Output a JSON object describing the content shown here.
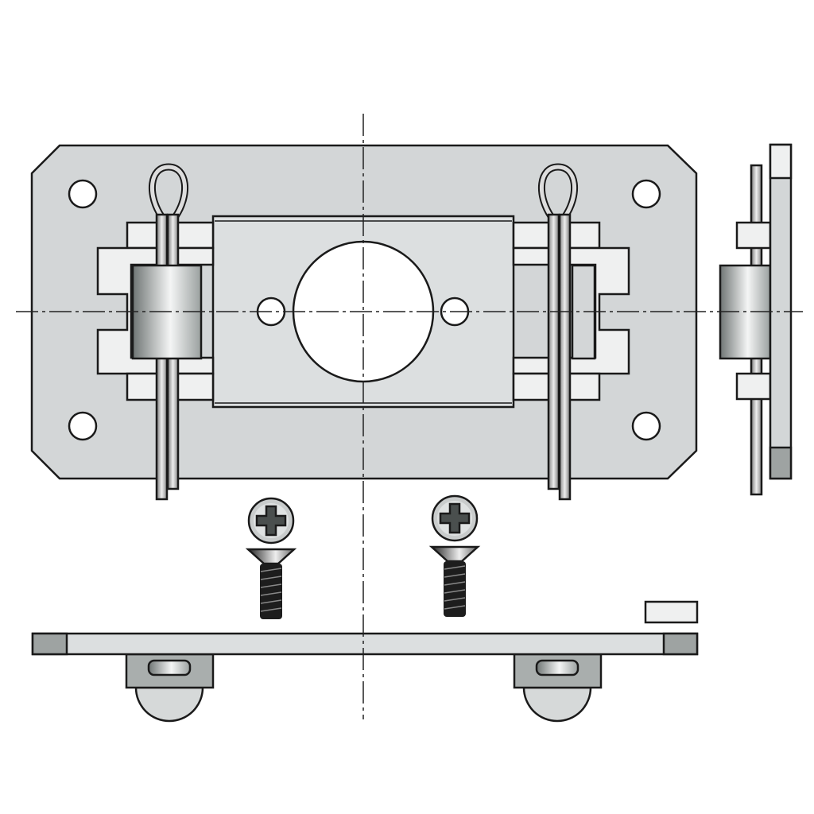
{
  "colors": {
    "plate": "#d3d6d7",
    "center_plate": "#dcdfe0",
    "white_part": "#eff0f0",
    "dark_end": "#9ea3a2",
    "bracket": "#a9aead"
  },
  "parts": [
    "mounting-plate-front-view",
    "mounting-plate-side-view",
    "mounting-plate-bottom-view",
    "screw",
    "cotter-pin",
    "roller"
  ]
}
